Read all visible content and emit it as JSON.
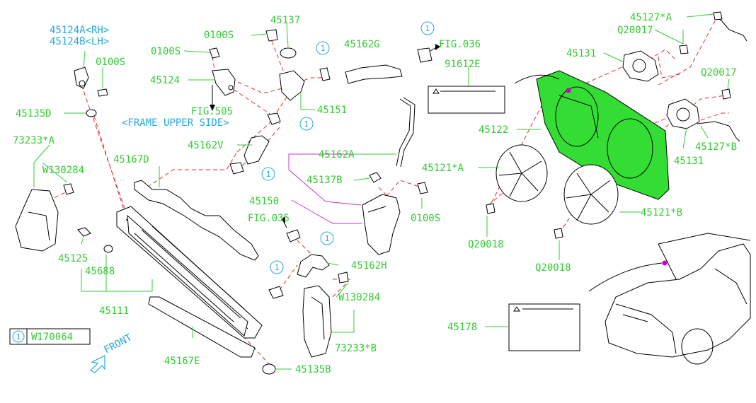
{
  "labels": {
    "p45124a": "45124A<RH>",
    "p45124b": "45124B<LH>",
    "p0100s_a": "0100S",
    "p0100s_b": "0100S",
    "p0100s_c": "0100S",
    "p0100s_d": "0100S",
    "p45124": "45124",
    "p45137": "45137",
    "p45162g": "45162G",
    "fig036": "FIG.036",
    "p91612e": "91612E",
    "p45127a": "45127*A",
    "pq20017a": "Q20017",
    "pq20017b": "Q20017",
    "p45131a": "45131",
    "p45131b": "45131",
    "p45135d": "45135D",
    "fig505": "FIG.505",
    "frame_upper": "<FRAME UPPER SIDE>",
    "p45151": "45151",
    "p73233a": "73233*A",
    "pw130284a": "W130284",
    "pw130284b": "W130284",
    "p45162v": "45162V",
    "p45167d": "45167D",
    "p45162a": "45162A",
    "p45137b": "45137B",
    "p45150": "45150",
    "p45122": "45122",
    "p45121a": "45121*A",
    "p45127b": "45127*B",
    "fig035": "FIG.035",
    "pq20018a": "Q20018",
    "pq20018b": "Q20018",
    "p45121b": "45121*B",
    "p45125": "45125",
    "p45688": "45688",
    "p45162h": "45162H",
    "p45111": "45111",
    "p73233b": "73233*B",
    "p45178": "45178",
    "p45167e": "45167E",
    "p45135b": "45135B",
    "front": "FRONT",
    "legend_num": "1",
    "legend_code": "W170064",
    "ref": "1"
  },
  "colors": {
    "part_number": "#33cc33",
    "figure_ref": "#22aadd",
    "leader_alt": "#cc33cc",
    "dashed_line": "#e03030",
    "highlight": "#33dd33"
  },
  "icons": [
    "front-arrow-icon",
    "callout-circle-icon"
  ]
}
